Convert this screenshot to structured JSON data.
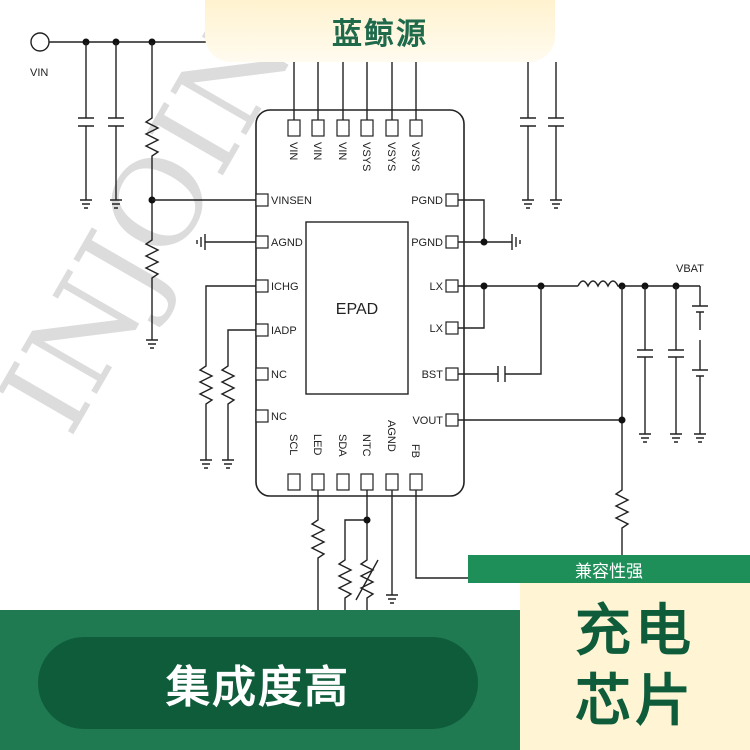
{
  "brand": {
    "name": "蓝鲸源"
  },
  "watermark": "INJOINIC",
  "badge": "兼容性强",
  "highlight": "集成度高",
  "product": {
    "line1": "充电",
    "line2": "芯片"
  },
  "colors": {
    "brand_green": "#1f7a52",
    "dark_green": "#0f5c3b",
    "cream": "#fff4d4"
  },
  "schematic": {
    "chip_label": "EPAD",
    "vin_label": "VIN",
    "vbat_label": "VBAT",
    "top_pins": [
      "VIN",
      "VIN",
      "VIN",
      "VSYS",
      "VSYS",
      "VSYS"
    ],
    "left_pins": [
      "VINSEN",
      "AGND",
      "ICHG",
      "IADP",
      "NC",
      "NC"
    ],
    "right_pins": [
      "PGND",
      "PGND",
      "LX",
      "LX",
      "BST",
      "VOUT"
    ],
    "bottom_pins": [
      "SCL",
      "LED",
      "SDA",
      "NTC",
      "AGND",
      "FB"
    ]
  }
}
